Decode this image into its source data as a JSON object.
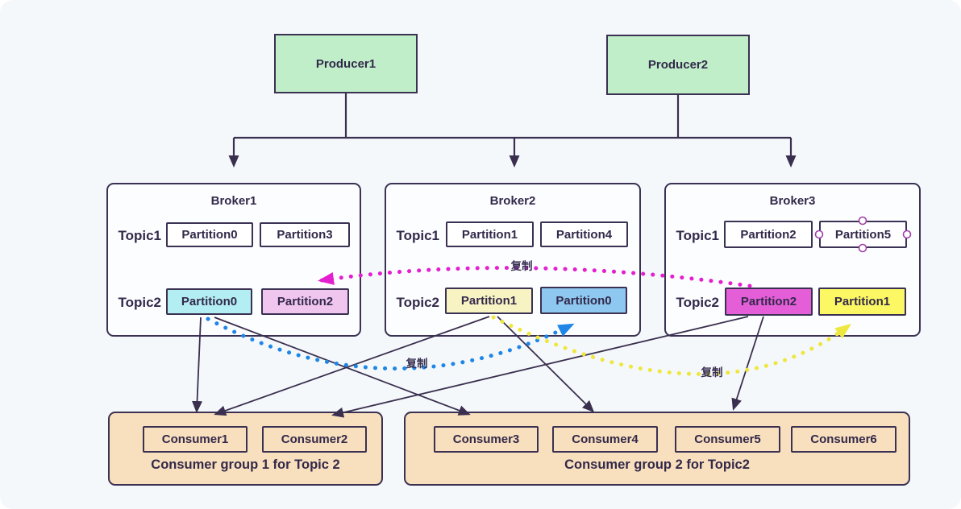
{
  "producers": [
    {
      "label": "Producer1"
    },
    {
      "label": "Producer2"
    }
  ],
  "brokers": [
    {
      "title": "Broker1",
      "rows": [
        {
          "topic": "Topic1",
          "partitions": [
            {
              "label": "Partition0",
              "color": "#ffffff"
            },
            {
              "label": "Partition3",
              "color": "#ffffff"
            }
          ]
        },
        {
          "topic": "Topic2",
          "partitions": [
            {
              "label": "Partition0",
              "color": "#b2eef2"
            },
            {
              "label": "Partition2",
              "color": "#f0c6ee"
            }
          ]
        }
      ]
    },
    {
      "title": "Broker2",
      "rows": [
        {
          "topic": "Topic1",
          "partitions": [
            {
              "label": "Partition1",
              "color": "#ffffff"
            },
            {
              "label": "Partition4",
              "color": "#ffffff"
            }
          ]
        },
        {
          "topic": "Topic2",
          "partitions": [
            {
              "label": "Partition1",
              "color": "#f8f3c3"
            },
            {
              "label": "Partition0",
              "color": "#8ec7ef"
            }
          ]
        }
      ]
    },
    {
      "title": "Broker3",
      "rows": [
        {
          "topic": "Topic1",
          "partitions": [
            {
              "label": "Partition2",
              "color": "#ffffff"
            },
            {
              "label": "Partition5",
              "color": "#ffffff",
              "selected_handles": true
            }
          ]
        },
        {
          "topic": "Topic2",
          "partitions": [
            {
              "label": "Partition2",
              "color": "#e45ed8"
            },
            {
              "label": "Partition1",
              "color": "#fbf863"
            }
          ]
        }
      ]
    }
  ],
  "consumer_groups": [
    {
      "label": "Consumer group 1 for Topic 2",
      "consumers": [
        {
          "label": "Consumer1"
        },
        {
          "label": "Consumer2"
        }
      ]
    },
    {
      "label": "Consumer group 2 for Topic2",
      "consumers": [
        {
          "label": "Consumer3"
        },
        {
          "label": "Consumer4"
        },
        {
          "label": "Consumer5"
        },
        {
          "label": "Consumer6"
        }
      ]
    }
  ],
  "replication": {
    "flows": [
      {
        "label": "复制",
        "color": "#e31fd0",
        "from": "Broker3 Topic2 Partition2",
        "to": "Broker1 Topic2 Partition2"
      },
      {
        "label": "复制",
        "color": "#1e86e6",
        "from": "Broker1 Topic2 Partition0",
        "to": "Broker2 Topic2 Partition0"
      },
      {
        "label": "复制",
        "color": "#eee73e",
        "from": "Broker2 Topic2 Partition1",
        "to": "Broker3 Topic2 Partition1"
      }
    ]
  },
  "colors": {
    "background": "#f4f8fb",
    "line_dark": "#3a2f4e",
    "producer_fill": "#bfeec8",
    "broker_fill": "#fcfdff",
    "consumer_group_fill": "#f8dfbd",
    "selection_handle_stroke": "#a13fa8"
  }
}
